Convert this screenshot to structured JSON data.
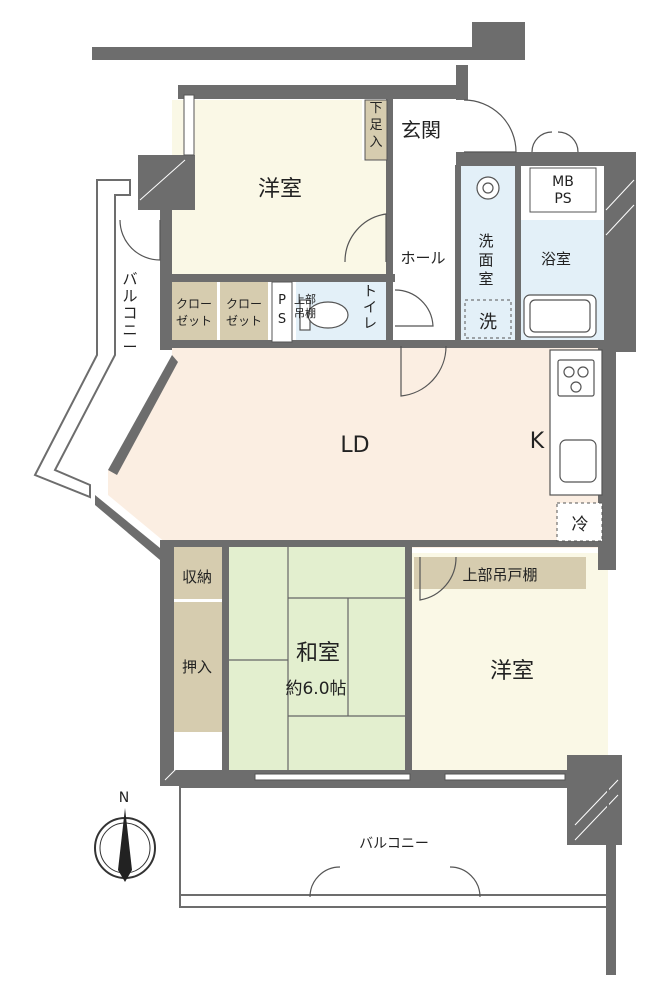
{
  "colors": {
    "wall": "#6d6d6d",
    "western_room": "#faf8e6",
    "ld_floor": "#fbeee2",
    "washitsu": "#e3efcf",
    "wet_area": "#e3f0f8",
    "storage": "#d6ccaf",
    "hallway": "#ffffff"
  },
  "labels": {
    "entrance": "玄関",
    "shoe_box": "下足入",
    "mb_ps": "MB\nPS",
    "western_room_north": "洋室",
    "hall": "ホール",
    "washroom": "洗面室",
    "bathroom": "浴室",
    "washer": "洗",
    "closet_1": "クロー\nゼット",
    "closet_2": "クロー\nゼット",
    "ps": "PS",
    "upper_shelf_toilet": "上部\n吊棚",
    "toilet": "トイレ",
    "balcony_west": "バルコニー",
    "ld": "LD",
    "kitchen": "K",
    "fridge": "冷",
    "storage": "収納",
    "oshiire": "押入",
    "washitsu": "和室",
    "washitsu_size": "約6.0帖",
    "upper_cabinet": "上部吊戸棚",
    "western_room_south": "洋室",
    "balcony_south": "バルコニー",
    "compass_north": "N"
  },
  "icons": [
    "compass-icon",
    "sink-icon",
    "bathtub-icon",
    "toilet-icon",
    "stove-icon",
    "kitchen-sink-icon"
  ]
}
